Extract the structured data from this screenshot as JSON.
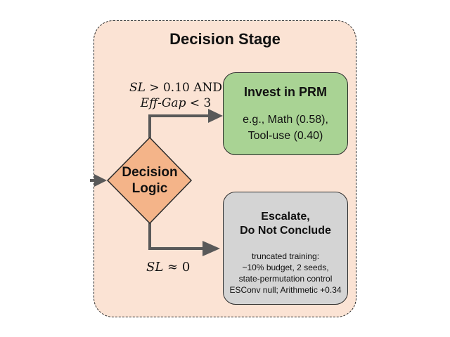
{
  "stage": {
    "title": "Decision Stage"
  },
  "decision": {
    "line1": "Decision",
    "line2": "Logic"
  },
  "condition_top": {
    "line1_var": "SL",
    "line1_rest": " > 0.10 AND",
    "line2_var": "Eff-Gap",
    "line2_rest": " < 3"
  },
  "condition_bottom": {
    "var": "SL",
    "rest": " ≈ 0"
  },
  "invest_box": {
    "title": "Invest in PRM",
    "line1": "e.g., Math (0.58),",
    "line2": "Tool-use (0.40)"
  },
  "escalate_box": {
    "title_line1": "Escalate,",
    "title_line2": "Do Not Conclude",
    "notes": [
      "truncated training:",
      "~10% budget, 2 seeds,",
      "state-permutation control",
      "ESConv null; Arithmetic +0.34"
    ]
  },
  "colors": {
    "panel_fill": "#fbe3d4",
    "decision_fill": "#f4b489",
    "invest_fill": "#a9d394",
    "escalate_fill": "#d4d4d4",
    "wire": "#595959"
  }
}
